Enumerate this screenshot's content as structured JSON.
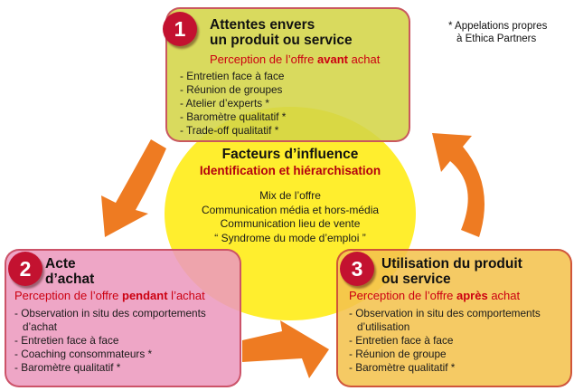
{
  "palette": {
    "arrow": "#ee7b22",
    "circle_fill": "#ffee2e",
    "badge_fill": "#c31230",
    "box1_fill": "#d9da5e",
    "box2_fill": "#eea6c6",
    "box3_fill": "#f5ca63",
    "box12_border": "#c84a5f",
    "box3_border": "#cc4836",
    "red_text": "#cc0011"
  },
  "footnote": {
    "line1": "* Appelations propres",
    "line2": "à Ethica Partners"
  },
  "circle": {
    "title": "Facteurs d’influence",
    "subtitle": "Identification et hiérarchisation",
    "items": [
      "Mix de l’offre",
      "Communication média et hors-média",
      "Communication lieu de vente",
      "“ Syndrome du mode d’emploi ”"
    ]
  },
  "boxes": [
    {
      "number": "1",
      "title_line1": "Attentes envers",
      "title_line2": "un produit ou service",
      "subtitle": {
        "pre": "Perception de l’offre ",
        "bold": "avant",
        "post": " achat"
      },
      "items": [
        "- Entretien face à face",
        "- Réunion de groupes",
        "- Atelier d’experts *",
        "- Baromètre qualitatif *",
        "- Trade-off qualitatif *"
      ]
    },
    {
      "number": "2",
      "title_line1": "Acte",
      "title_line2": "d’achat",
      "subtitle": {
        "pre": "Perception de l’offre ",
        "bold": "pendant",
        "post": " l’achat"
      },
      "items": [
        "- Observation in situ des comportements d’achat",
        "- Entretien face à face",
        "- Coaching consommateurs *",
        "- Baromètre qualitatif *"
      ]
    },
    {
      "number": "3",
      "title_line1": "Utilisation du produit",
      "title_line2": "ou service",
      "subtitle": {
        "pre": "Perception de l’offre ",
        "bold": "après",
        "post": " achat"
      },
      "items": [
        "- Observation in situ des comportements d’utilisation",
        "- Entretien face à face",
        "- Réunion de groupe",
        "- Baromètre qualitatif *"
      ]
    }
  ]
}
